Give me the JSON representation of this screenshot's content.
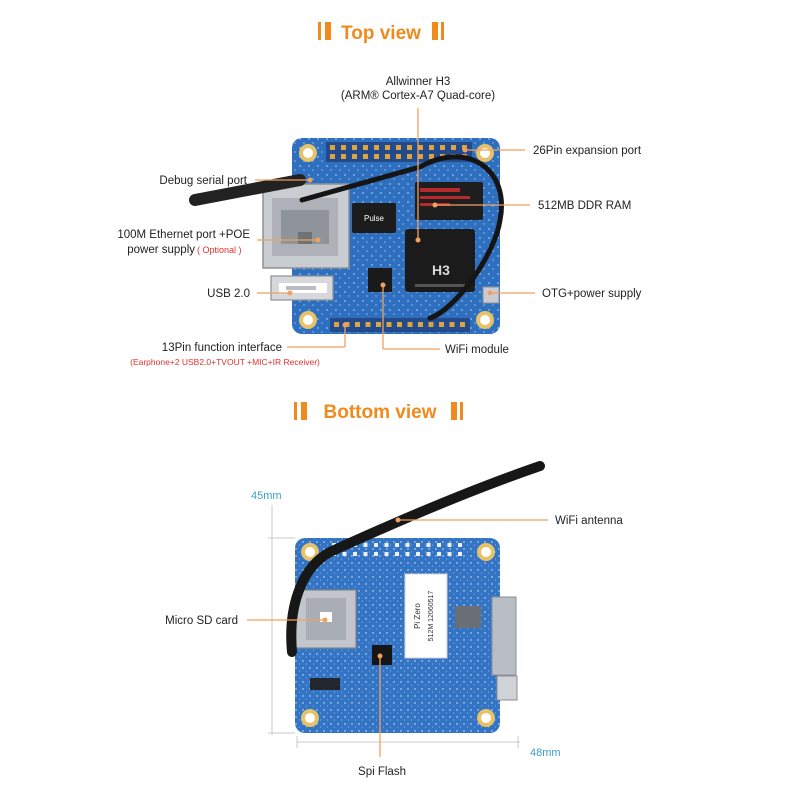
{
  "top_section": {
    "title": "Top view",
    "labels": {
      "cpu_line1": "Allwinner H3",
      "cpu_line2": "(ARM® Cortex-A7 Quad-core)",
      "debug": "Debug serial port",
      "expansion": "26Pin expansion port",
      "ram": "512MB DDR RAM",
      "ethernet_line1": "100M Ethernet port +POE",
      "ethernet_line2": "power supply",
      "ethernet_optional": "( Optional )",
      "usb": "USB 2.0",
      "otg": "OTG+power supply",
      "function_line1": "13Pin function interface",
      "function_line2": "(Earphone+2 USB2.0+TVOUT +MIC+IR Receiver)",
      "wifi_module": "WiFi module"
    },
    "chip_text": {
      "soc": "H3",
      "jack": "Pulse"
    }
  },
  "bottom_section": {
    "title": "Bottom view",
    "labels": {
      "width": "45mm",
      "antenna": "WiFi antenna",
      "sd": "Micro SD card",
      "height": "48mm",
      "flash": "Spi Flash"
    },
    "sticker": {
      "line1": "Pi Zero",
      "line2": "512M 12060517"
    }
  },
  "colors": {
    "board_blue": "#2f6fc0",
    "title_orange": "#f08a1c",
    "leader_orange": "#f0a060",
    "dimension_teal": "#3aa0c8",
    "note_red": "#e03030"
  }
}
